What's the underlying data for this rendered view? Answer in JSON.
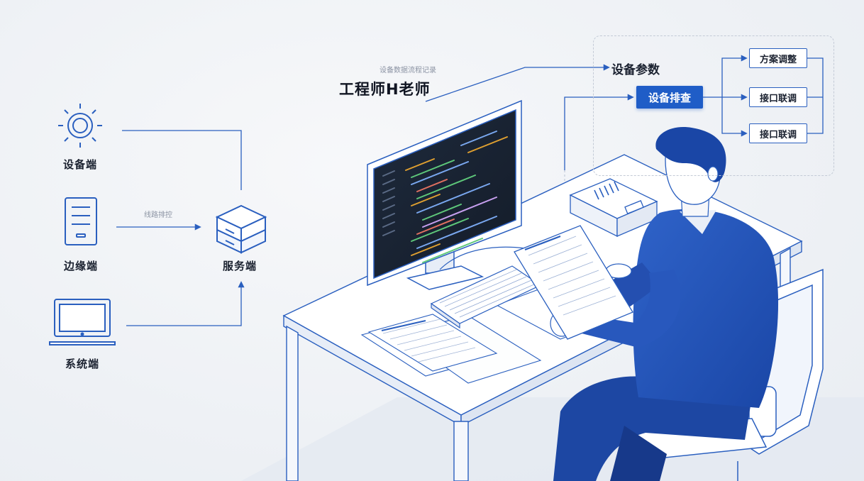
{
  "left_nodes": [
    {
      "label": "设备端",
      "icon": "sun-sensor-icon"
    },
    {
      "label": "边缘端",
      "icon": "server-tower-icon"
    },
    {
      "label": "系统端",
      "icon": "laptop-icon"
    }
  ],
  "server_node": {
    "label": "服务端",
    "icon": "server-box-icon"
  },
  "edge_note": "线路排控",
  "scene": {
    "top_note": "设备数据流程记录",
    "engineer_name": "工程师H老师"
  },
  "flow": {
    "param_title": "设备参数",
    "check_button": "设备排查",
    "options": [
      "方案调整",
      "接口联调",
      "接口联调"
    ]
  },
  "colors": {
    "primary": "#1f5dc7",
    "line": "#2a5fbf",
    "ink": "#1b2230"
  }
}
